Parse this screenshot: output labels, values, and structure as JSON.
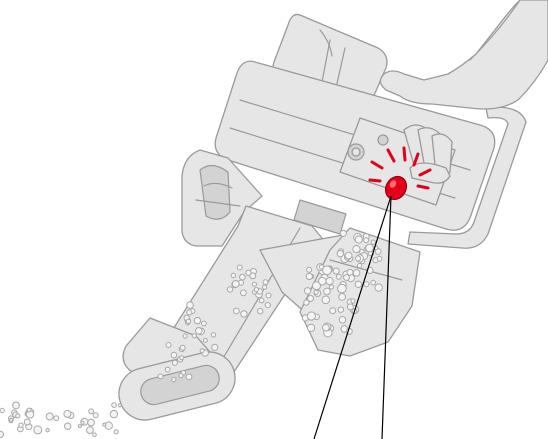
{
  "colors": {
    "background": "#ffffff",
    "body_fill": "#e6e6e6",
    "body_stroke": "#9a9a9a",
    "dark_detail": "#bdbdbd",
    "debris_stroke": "#a8a8a8",
    "indicator_red": "#e3001b",
    "pointer_line": "#000000"
  },
  "icons": [
    "hand-vacuum-illustration",
    "hand-icon",
    "red-indicator-light-icon",
    "light-flash-rays",
    "debris-particles"
  ]
}
